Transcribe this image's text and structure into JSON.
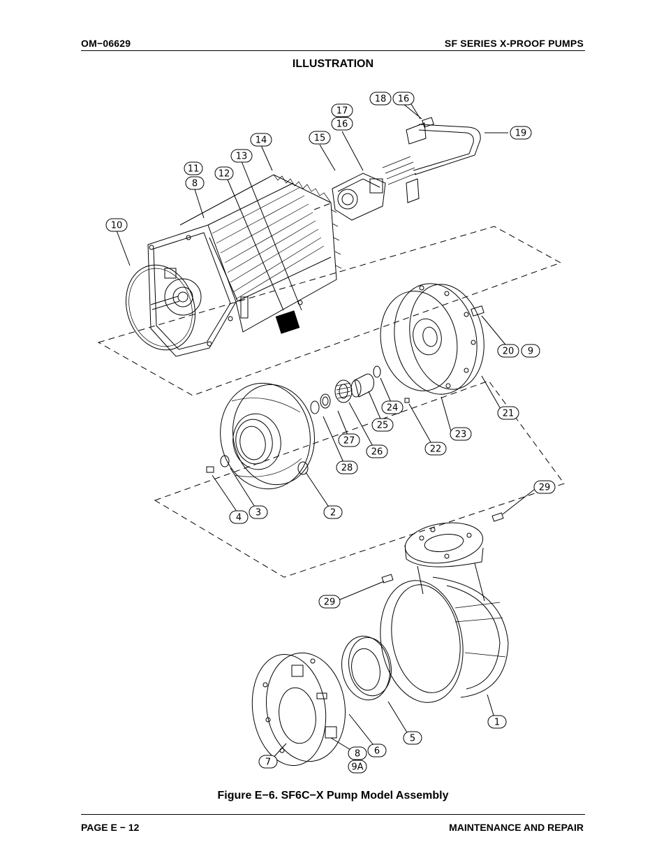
{
  "header": {
    "doc_number": "OM−06629",
    "series_title": "SF SERIES X-PROOF PUMPS"
  },
  "section_title": "ILLUSTRATION",
  "figure_caption": "Figure E−6.  SF6C−X Pump Model Assembly",
  "footer": {
    "page": "PAGE E − 12",
    "section": "MAINTENANCE AND REPAIR"
  },
  "callouts": [
    "18",
    "16",
    "17",
    "16",
    "15",
    "19",
    "14",
    "13",
    "11",
    "8",
    "12",
    "10",
    "20",
    "9",
    "21",
    "24",
    "25",
    "23",
    "22",
    "27",
    "26",
    "28",
    "4",
    "3",
    "2",
    "29",
    "29",
    "1",
    "5",
    "6",
    "8",
    "9A",
    "7"
  ]
}
